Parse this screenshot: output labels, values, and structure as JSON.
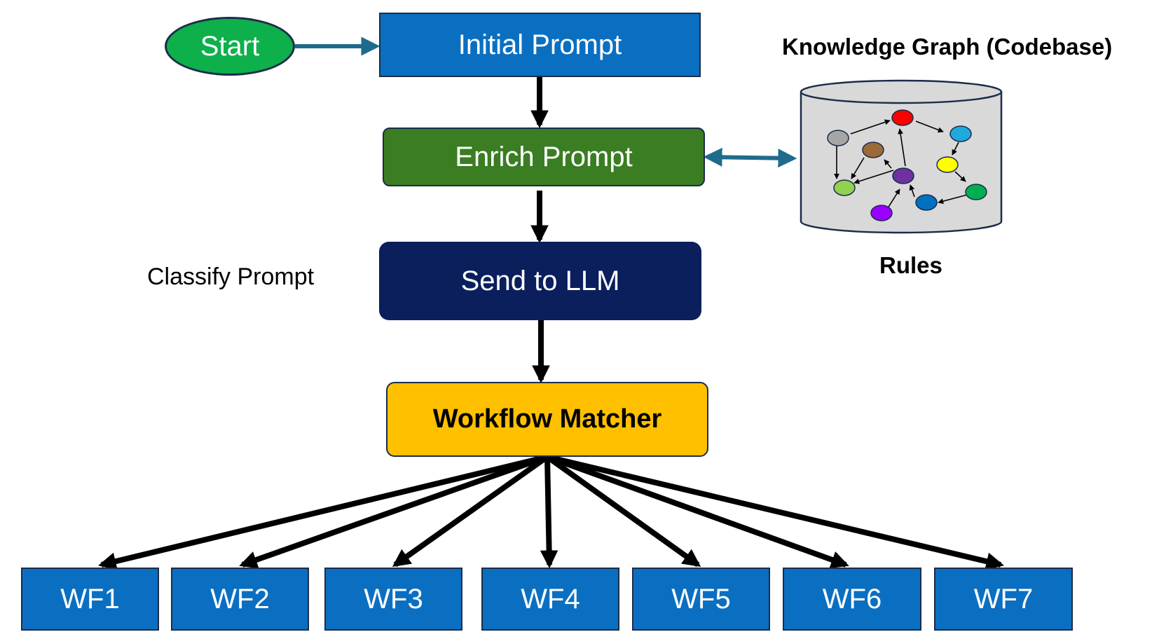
{
  "flow": {
    "start": "Start",
    "initial_prompt": "Initial Prompt",
    "enrich_prompt": "Enrich Prompt",
    "send_to_llm": "Send to LLM",
    "classify_prompt": "Classify Prompt",
    "workflow_matcher": "Workflow Matcher"
  },
  "workflows": [
    "WF1",
    "WF2",
    "WF3",
    "WF4",
    "WF5",
    "WF6",
    "WF7"
  ],
  "knowledge_graph": {
    "title": "Knowledge Graph (Codebase)",
    "caption": "Rules",
    "node_colors": [
      "#a6a6a6",
      "#ff0000",
      "#1eaadf",
      "#9a6a3a",
      "#ffff00",
      "#7030a0",
      "#92d050",
      "#00b050",
      "#0070c0",
      "#9900ff"
    ]
  },
  "colors": {
    "start": "#0db04b",
    "initial_prompt": "#0b6fc1",
    "enrich_prompt": "#3a7d22",
    "send_to_llm": "#0a1f5c",
    "workflow_matcher": "#ffc000",
    "workflow_boxes": "#0b6fc1",
    "connector_teal": "#1f6b8c"
  }
}
